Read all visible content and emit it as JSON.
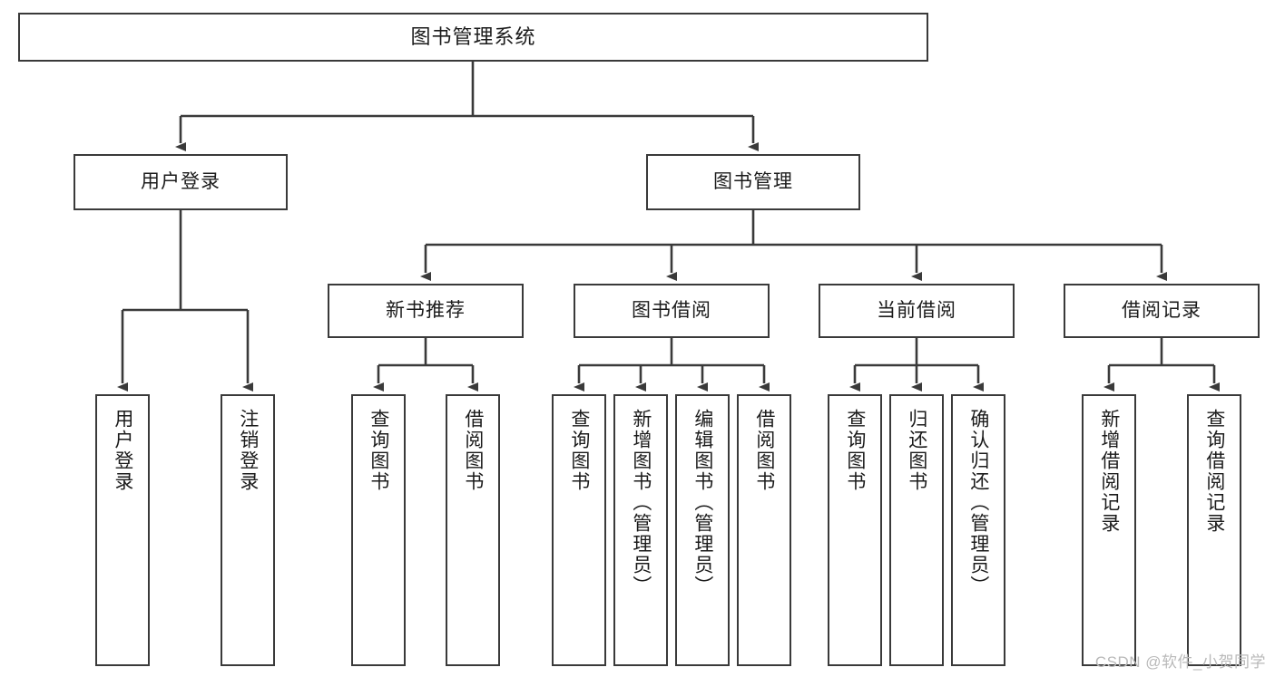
{
  "diagram": {
    "title": "图书管理系统",
    "type": "tree-hierarchy",
    "background_color": "#ffffff",
    "box_border_color": "#3a3a3a",
    "connector_color": "#3a3a3a",
    "text_color": "#1b1b1b"
  },
  "nodes": {
    "root": {
      "label": "图书管理系统"
    },
    "level2": [
      {
        "id": "user-login",
        "label": "用户登录"
      },
      {
        "id": "book-management",
        "label": "图书管理"
      }
    ],
    "level3": [
      {
        "id": "new-book-recommend",
        "label": "新书推荐"
      },
      {
        "id": "book-borrow",
        "label": "图书借阅"
      },
      {
        "id": "current-borrow",
        "label": "当前借阅"
      },
      {
        "id": "borrow-record",
        "label": "借阅记录"
      }
    ],
    "leaves": {
      "user_login": [
        {
          "id": "leaf-user-login",
          "label": "用户登录"
        },
        {
          "id": "leaf-logout-login",
          "label": "注销登录"
        }
      ],
      "new_book_recommend": [
        {
          "id": "leaf-query-book-1",
          "label": "查询图书"
        },
        {
          "id": "leaf-borrow-book-1",
          "label": "借阅图书"
        }
      ],
      "book_borrow": [
        {
          "id": "leaf-query-book-2",
          "label": "查询图书"
        },
        {
          "id": "leaf-add-book",
          "label": "新增图书（管理员）"
        },
        {
          "id": "leaf-edit-book",
          "label": "编辑图书（管理员）"
        },
        {
          "id": "leaf-borrow-book-2",
          "label": "借阅图书"
        }
      ],
      "current_borrow": [
        {
          "id": "leaf-query-book-3",
          "label": "查询图书"
        },
        {
          "id": "leaf-return-book",
          "label": "归还图书"
        },
        {
          "id": "leaf-confirm-return",
          "label": "确认归还（管理员）"
        }
      ],
      "borrow_record": [
        {
          "id": "leaf-add-record",
          "label": "新增借阅记录"
        },
        {
          "id": "leaf-query-record",
          "label": "查询借阅记录"
        }
      ]
    }
  },
  "watermark": {
    "text": "CSDN @软件_小贺同学"
  }
}
